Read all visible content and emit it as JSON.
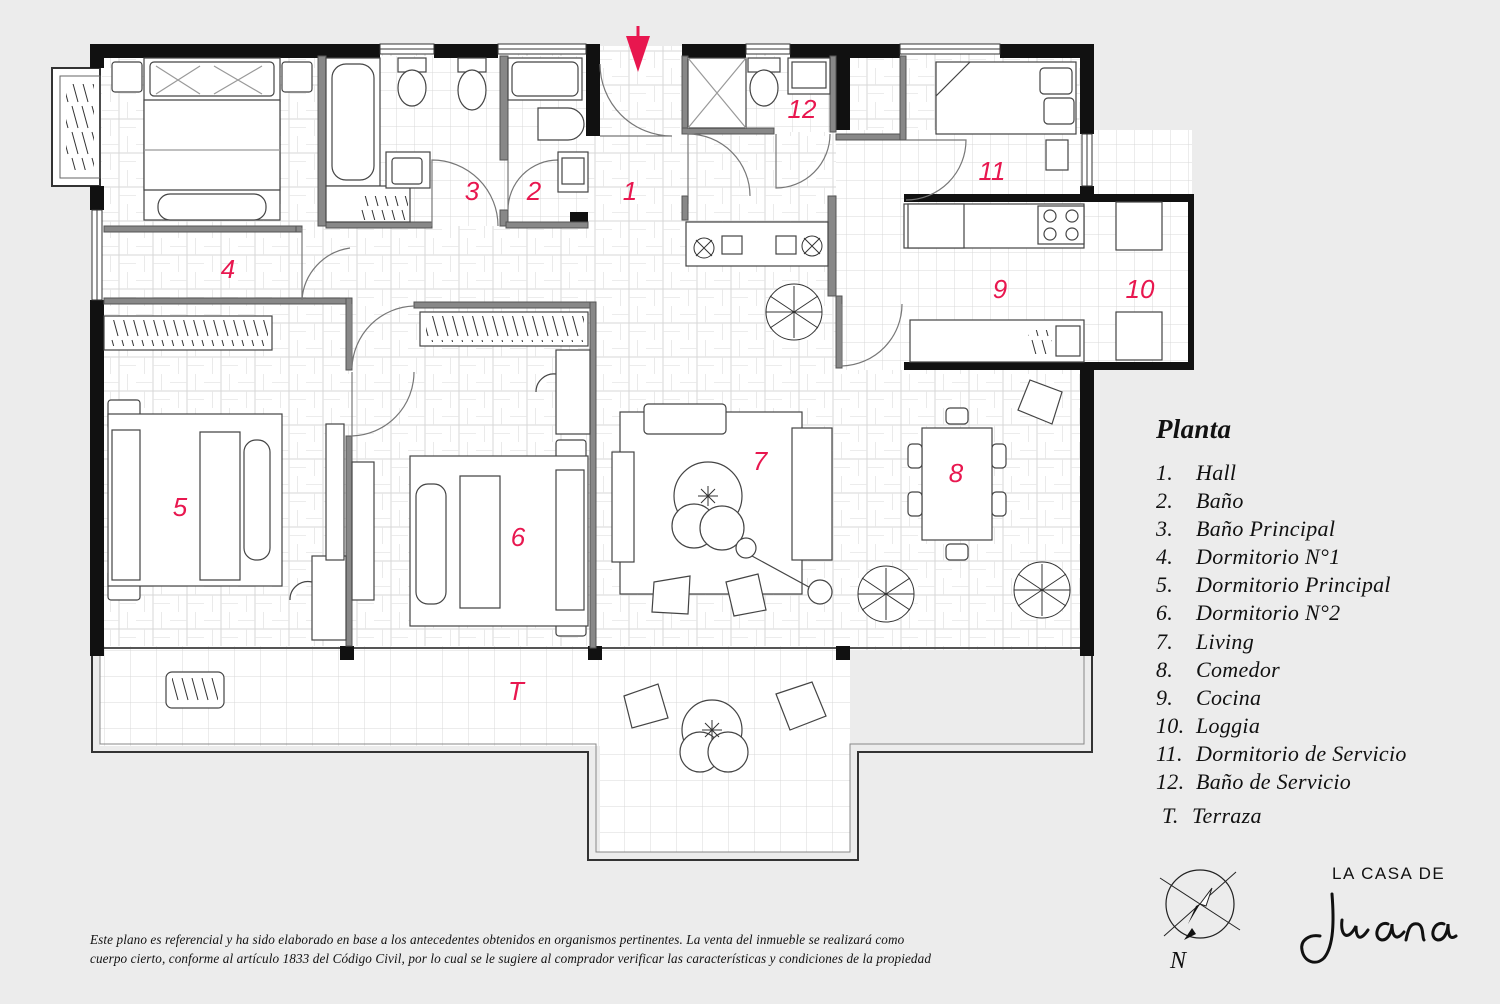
{
  "rooms": [
    {
      "id": "1",
      "label": "1"
    },
    {
      "id": "2",
      "label": "2"
    },
    {
      "id": "3",
      "label": "3"
    },
    {
      "id": "4",
      "label": "4"
    },
    {
      "id": "5",
      "label": "5"
    },
    {
      "id": "6",
      "label": "6"
    },
    {
      "id": "7",
      "label": "7"
    },
    {
      "id": "8",
      "label": "8"
    },
    {
      "id": "9",
      "label": "9"
    },
    {
      "id": "10",
      "label": "10"
    },
    {
      "id": "11",
      "label": "11"
    },
    {
      "id": "12",
      "label": "12"
    },
    {
      "id": "T",
      "label": "T"
    }
  ],
  "legend": {
    "title": "Planta",
    "items": [
      {
        "num": "1.",
        "name": "Hall"
      },
      {
        "num": "2.",
        "name": "Baño"
      },
      {
        "num": "3.",
        "name": "Baño Principal"
      },
      {
        "num": "4.",
        "name": "Dormitorio N°1"
      },
      {
        "num": "5.",
        "name": "Dormitorio Principal"
      },
      {
        "num": "6.",
        "name": "Dormitorio N°2"
      },
      {
        "num": "7.",
        "name": "Living"
      },
      {
        "num": "8.",
        "name": "Comedor"
      },
      {
        "num": "9.",
        "name": "Cocina"
      },
      {
        "num": "10.",
        "name": "Loggia"
      },
      {
        "num": "11.",
        "name": "Dormitorio de Servicio"
      },
      {
        "num": "12.",
        "name": "Baño de Servicio"
      }
    ],
    "terrace": {
      "num": "T.",
      "name": "Terraza"
    }
  },
  "brand": {
    "top": "LA CASA DE",
    "script": "Juana"
  },
  "compass": {
    "north": "N"
  },
  "disclaimer": {
    "line1": "Este plano es referencial y ha sido elaborado en base a los antecedentes obtenidos en organismos pertinentes.  La venta del inmueble se realizará como",
    "line2": "cuerpo cierto, conforme al artículo 1833 del Código Civil, por lo cual se le sugiere al comprador verificar las características y condiciones de la propiedad"
  },
  "colors": {
    "accent": "#e8174f",
    "wall": "#111111",
    "background": "#ececec",
    "floor": "#ffffff"
  }
}
